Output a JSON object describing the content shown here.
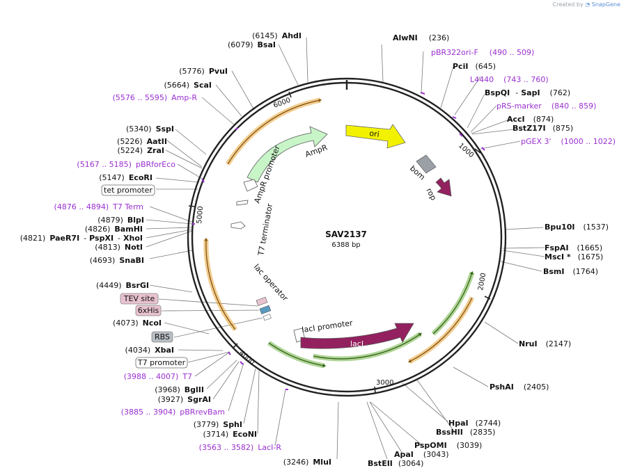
{
  "credit": {
    "prefix": "Created by",
    "brand": "SnapGene"
  },
  "plasmid": {
    "name": "SAV2137",
    "size": "6388 bp"
  },
  "ticks": [
    "1000",
    "2000",
    "3000",
    "4000",
    "5000",
    "6000"
  ],
  "features": {
    "ori": "ori",
    "bom": "bom",
    "rop": "rop",
    "ampr": "AmpR",
    "ampr_promoter": "AmpR promoter",
    "t7_terminator": "T7 terminator",
    "lac_operator": "lac operator",
    "laci_promoter": "lacI promoter",
    "laci": "lacI"
  },
  "enzymes": [
    {
      "name": "AhdI",
      "pos": "(6145)"
    },
    {
      "name": "BsaI",
      "pos": "(6079)"
    },
    {
      "name": "PvuI",
      "pos": "(5776)"
    },
    {
      "name": "ScaI",
      "pos": "(5664)"
    },
    {
      "name": "SspI",
      "pos": "(5340)"
    },
    {
      "name": "AatII",
      "pos": "(5226)"
    },
    {
      "name": "ZraI",
      "pos": "(5224)"
    },
    {
      "name": "EcoRI",
      "pos": "(5147)"
    },
    {
      "name": "BlpI",
      "pos": "(4879)"
    },
    {
      "name": "BamHI",
      "pos": "(4826)"
    },
    {
      "name": "PaeR7I",
      "pos": "(4821)"
    },
    {
      "name": "PspXI",
      "pos": ""
    },
    {
      "name": "XhoI",
      "pos": ""
    },
    {
      "name": "NotI",
      "pos": "(4813)"
    },
    {
      "name": "SnaBI",
      "pos": "(4693)"
    },
    {
      "name": "BsrGI",
      "pos": "(4449)"
    },
    {
      "name": "NcoI",
      "pos": "(4073)"
    },
    {
      "name": "XbaI",
      "pos": "(4034)"
    },
    {
      "name": "BglII",
      "pos": "(3968)"
    },
    {
      "name": "SgrAI",
      "pos": "(3927)"
    },
    {
      "name": "SphI",
      "pos": "(3779)"
    },
    {
      "name": "EcoNI",
      "pos": "(3714)"
    },
    {
      "name": "MluI",
      "pos": "(3246)"
    },
    {
      "name": "AlwNI",
      "pos": "(236)"
    },
    {
      "name": "PciI",
      "pos": "(645)"
    },
    {
      "name": "BspQI",
      "pos": ""
    },
    {
      "name": "SapI",
      "pos": "(762)"
    },
    {
      "name": "AccI",
      "pos": "(874)"
    },
    {
      "name": "BstZ17I",
      "pos": "(875)"
    },
    {
      "name": "Bpu10I",
      "pos": "(1537)"
    },
    {
      "name": "FspAI",
      "pos": "(1665)"
    },
    {
      "name": "MscI *",
      "pos": "(1675)"
    },
    {
      "name": "BsmI",
      "pos": "(1764)"
    },
    {
      "name": "NruI",
      "pos": "(2147)"
    },
    {
      "name": "PshAI",
      "pos": "(2405)"
    },
    {
      "name": "HpaI",
      "pos": "(2744)"
    },
    {
      "name": "BssHII",
      "pos": "(2835)"
    },
    {
      "name": "PspOMI",
      "pos": "(3039)"
    },
    {
      "name": "ApaI",
      "pos": "(3043)"
    },
    {
      "name": "BstEII",
      "pos": "(3064)"
    }
  ],
  "primers": [
    {
      "label": "pBR322ori-F",
      "range": "(490 .. 509)"
    },
    {
      "label": "L4440",
      "range": "(743 .. 760)"
    },
    {
      "label": "pRS-marker",
      "range": "(840 .. 859)"
    },
    {
      "label": "pGEX 3'",
      "range": "(1000 .. 1022)"
    },
    {
      "label": "Amp-R",
      "range": "(5576 .. 5595)"
    },
    {
      "label": "pBRforEco",
      "range": "(5167 .. 5185)"
    },
    {
      "label": "T7 Term",
      "range": "(4876 .. 4894)"
    },
    {
      "label": "T7",
      "range": "(3988 .. 4007)"
    },
    {
      "label": "pBRrevBam",
      "range": "(3885 .. 3904)"
    },
    {
      "label": "LacI-R",
      "range": "(3563 .. 3582)"
    }
  ],
  "boxed": {
    "tet_promoter": "tet promoter",
    "tev_site": "TEV site",
    "his6": "6xHis",
    "rbs": "RBS",
    "t7_promoter": "T7 promoter"
  },
  "colors": {
    "backbone": "#222222",
    "primer": "#9a2fd0",
    "ori": "#f2f200",
    "ampr": "#c8f5c8",
    "laci": "#93215f",
    "bom": "#9aa0a6",
    "orf_orange": "#e7a432",
    "orf_green": "#6db33f",
    "tag_pink": "#e8c2d0",
    "rbs_gray": "#b8bec4"
  }
}
